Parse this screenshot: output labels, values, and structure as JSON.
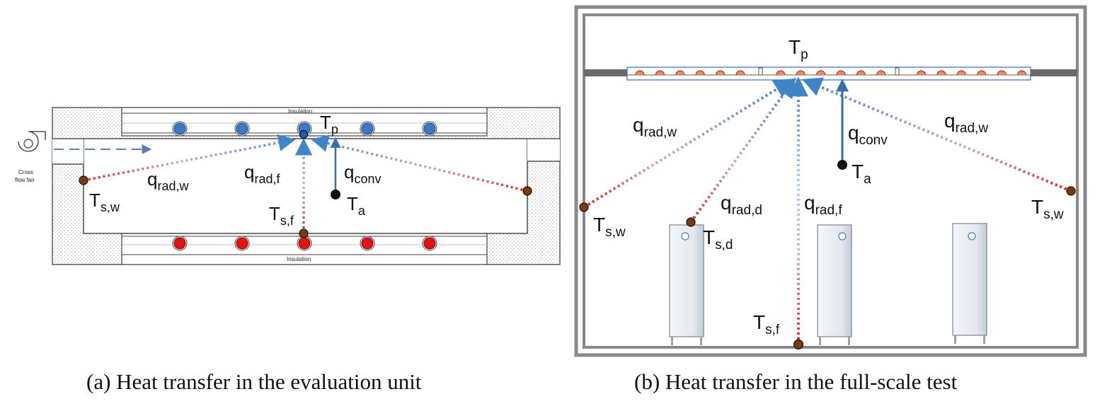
{
  "panel_a": {
    "caption": "(a) Heat transfer in the evaluation unit",
    "fan_label_line1": "Cross",
    "fan_label_line2": "flow fan",
    "insulation_top": "Insulation",
    "insulation_bottom": "Insulation",
    "Tp": {
      "main": "T",
      "sub": "p"
    },
    "Ta": {
      "main": "T",
      "sub": "a"
    },
    "Tsw": {
      "main": "T",
      "sub": "s,w"
    },
    "Tsf": {
      "main": "T",
      "sub": "s,f"
    },
    "qradw": {
      "main": "q",
      "sub": "rad,w"
    },
    "qradf": {
      "main": "q",
      "sub": "rad,f"
    },
    "qconv": {
      "main": "q",
      "sub": "conv"
    }
  },
  "panel_b": {
    "caption": "(b) Heat transfer in the full-scale test",
    "Tp": {
      "main": "T",
      "sub": "p"
    },
    "Ta": {
      "main": "T",
      "sub": "a"
    },
    "Tsw_left": {
      "main": "T",
      "sub": "s,w"
    },
    "Tsw_right": {
      "main": "T",
      "sub": "s,w"
    },
    "Tsd": {
      "main": "T",
      "sub": "s,d"
    },
    "Tsf": {
      "main": "T",
      "sub": "s,f"
    },
    "qradw_left": {
      "main": "q",
      "sub": "rad,w"
    },
    "qradw_right": {
      "main": "q",
      "sub": "rad,w"
    },
    "qradd": {
      "main": "q",
      "sub": "rad,d"
    },
    "qradf": {
      "main": "q",
      "sub": "rad,f"
    },
    "qconv": {
      "main": "q",
      "sub": "conv"
    }
  },
  "colors": {
    "hot": "#e02020",
    "cold": "#3f86c8",
    "cold_light": "#a9cde9",
    "sensor_fill": "#7a3a10",
    "conv_arrow": "#356ea8",
    "pipe_hot": "#e41414",
    "pipe_cold": "#3b78c8"
  }
}
